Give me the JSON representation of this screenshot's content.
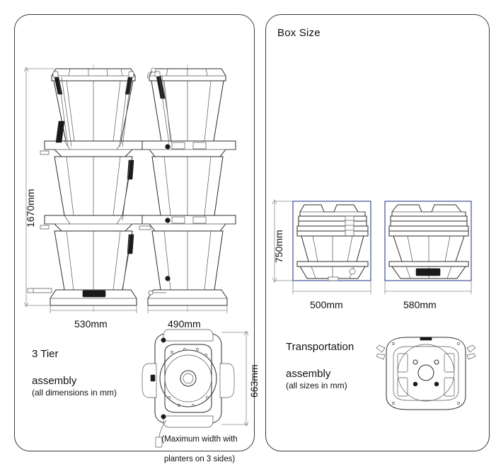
{
  "document": {
    "type": "technical-dimension-drawing",
    "background_color": "#ffffff",
    "line_color": "#2b2b2b",
    "box_outline_color": "#2e3f8f"
  },
  "left_panel": {
    "title": "",
    "caption_line1": "3 Tier",
    "caption_line2": "assembly",
    "caption_note": "(all dimensions in mm)",
    "dimensions": {
      "height": "1670mm",
      "front_width": "530mm",
      "side_width": "490mm",
      "top_view_depth": "663mm"
    },
    "top_view_note_line1": "(Maximum width with",
    "top_view_note_line2": "planters on 3 sides)",
    "views": [
      {
        "name": "front-elevation",
        "tiers": 3,
        "dimension": "530mm"
      },
      {
        "name": "side-elevation",
        "tiers": 3,
        "dimension": "490mm"
      },
      {
        "name": "top-plan-view",
        "dimension": "663mm"
      }
    ]
  },
  "right_panel": {
    "title": "Box Size",
    "caption_line1": "Transportation",
    "caption_line2": "assembly",
    "caption_note": "(all sizes in mm)",
    "dimensions": {
      "height": "750mm",
      "box_front_width": "500mm",
      "box_side_width": "580mm"
    },
    "views": [
      {
        "name": "box-front-view",
        "dimension": "500mm",
        "height": "750mm"
      },
      {
        "name": "box-side-view",
        "dimension": "580mm"
      },
      {
        "name": "box-top-view",
        "dimension": ""
      }
    ]
  }
}
